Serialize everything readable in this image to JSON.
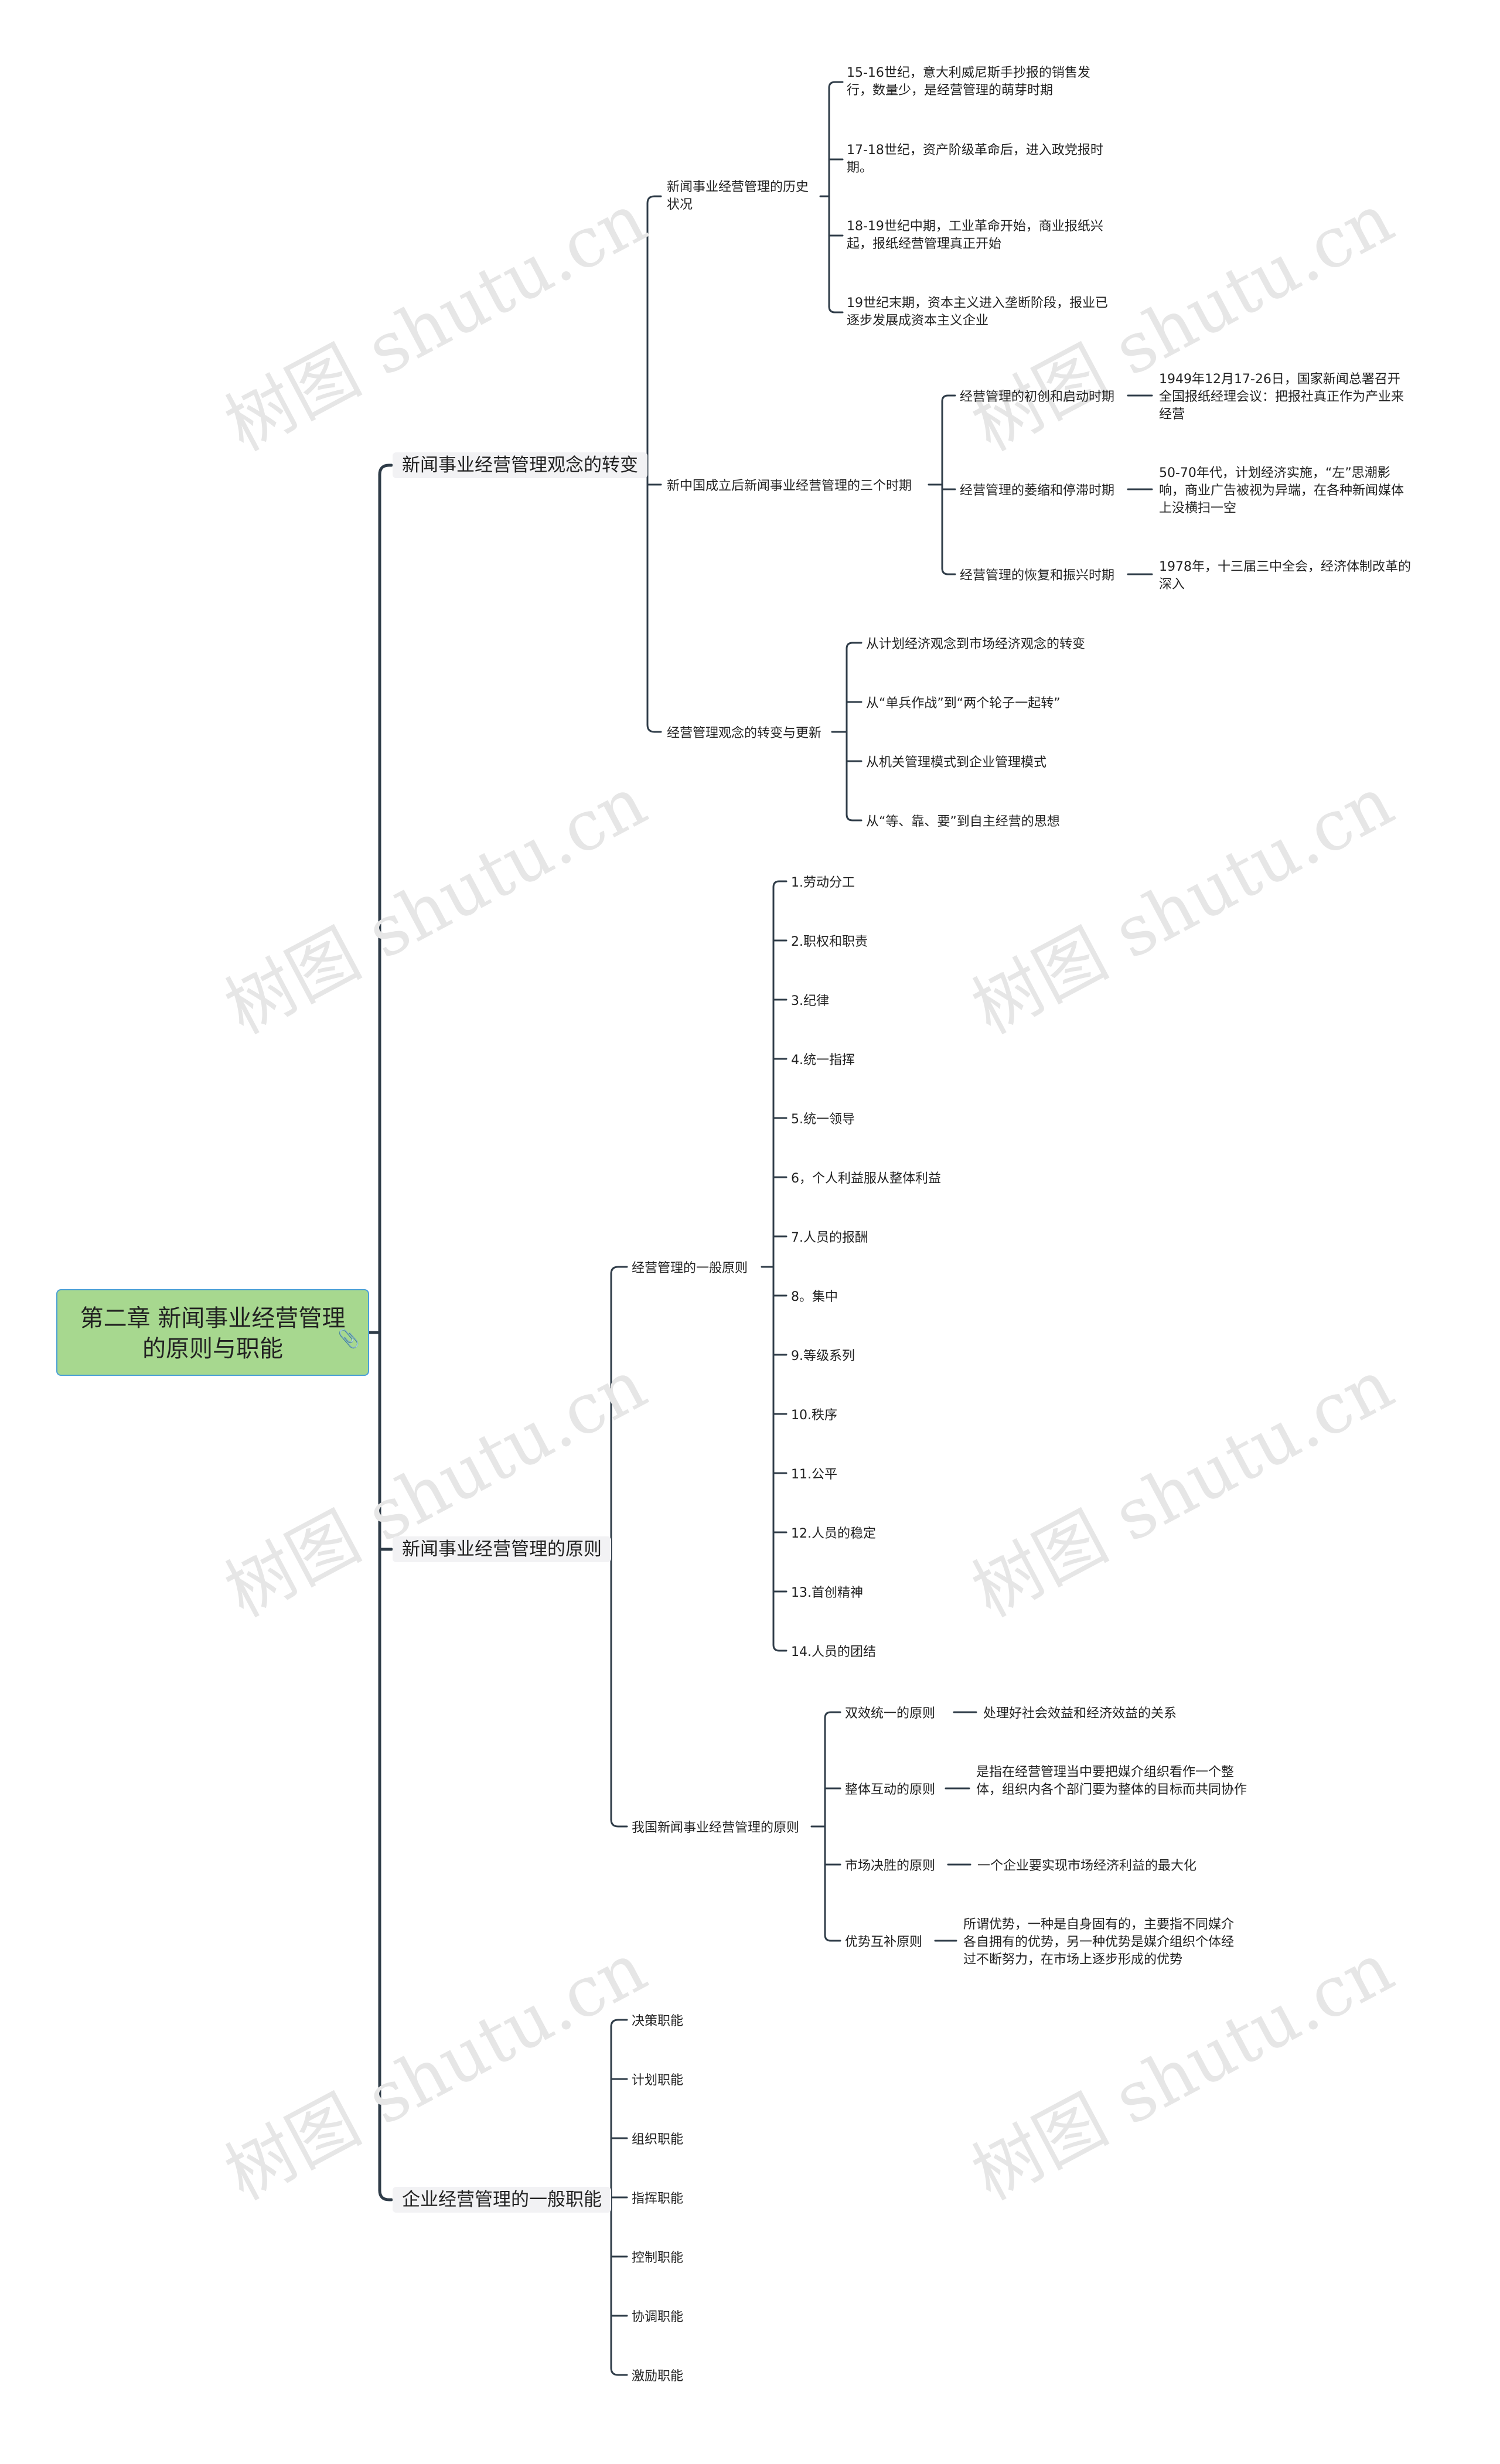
{
  "root": {
    "title_line1": "第二章 新闻事业经营管理",
    "title_line2": "的原则与职能",
    "icon": "paperclip-icon"
  },
  "watermark": "树图 shutu.cn",
  "branches": [
    {
      "label": "新闻事业经营管理观念的转变",
      "children": [
        {
          "label": "新闻事业经营管理的历史状况",
          "children": [
            "15-16世纪，意大利威尼斯手抄报的销售发行，数量少，是经营管理的萌芽时期",
            "17-18世纪，资产阶级革命后，进入政党报时期。",
            "18-19世纪中期，工业革命开始，商业报纸兴起，报纸经营管理真正开始",
            "19世纪末期，资本主义进入垄断阶段，报业已逐步发展成资本主义企业"
          ]
        },
        {
          "label": "新中国成立后新闻事业经营管理的三个时期",
          "children": [
            {
              "label": "经营管理的初创和启动时期",
              "detail": "1949年12月17-26日，国家新闻总署召开全国报纸经理会议：把报社真正作为产业来经营"
            },
            {
              "label": "经营管理的萎缩和停滞时期",
              "detail": "50-70年代，计划经济实施，“左”思潮影响，商业广告被视为异端，在各种新闻媒体上没横扫一空"
            },
            {
              "label": "经营管理的恢复和振兴时期",
              "detail": "1978年，十三届三中全会，经济体制改革的深入"
            }
          ]
        },
        {
          "label": "经营管理观念的转变与更新",
          "children": [
            "从计划经济观念到市场经济观念的转变",
            "从“单兵作战”到“两个轮子一起转”",
            "从机关管理模式到企业管理模式",
            "从“等、靠、要”到自主经营的思想"
          ]
        }
      ]
    },
    {
      "label": "新闻事业经营管理的原则",
      "children": [
        {
          "label": "经营管理的一般原则",
          "children": [
            "1.劳动分工",
            "2.职权和职责",
            "3.纪律",
            "4.统一指挥",
            "5.统一领导",
            "6，个人利益服从整体利益",
            "7.人员的报酬",
            "8。集中",
            "9.等级系列",
            "10.秩序",
            "11.公平",
            "12.人员的稳定",
            "13.首创精神",
            "14.人员的团结"
          ]
        },
        {
          "label": "我国新闻事业经营管理的原则",
          "children": [
            {
              "label": "双效统一的原则",
              "detail": "处理好社会效益和经济效益的关系"
            },
            {
              "label": "整体互动的原则",
              "detail": "是指在经营管理当中要把媒介组织看作一个整体，组织内各个部门要为整体的目标而共同协作"
            },
            {
              "label": "市场决胜的原则",
              "detail": "一个企业要实现市场经济利益的最大化"
            },
            {
              "label": "优势互补原则",
              "detail": "所谓优势，一种是自身固有的，主要指不同媒介各自拥有的优势，另一种优势是媒介组织个体经过不断努力，在市场上逐步形成的优势"
            }
          ]
        }
      ]
    },
    {
      "label": "企业经营管理的一般职能",
      "children": [
        "决策职能",
        "计划职能",
        "组织职能",
        "指挥职能",
        "控制职能",
        "协调职能",
        "激励职能"
      ]
    }
  ],
  "colors": {
    "line": "#2f3c48",
    "root_fill": "#a7d88f",
    "root_border": "#4a9fd8",
    "branch_fill": "#f2f2f4",
    "watermark": "#e6e6e6"
  }
}
